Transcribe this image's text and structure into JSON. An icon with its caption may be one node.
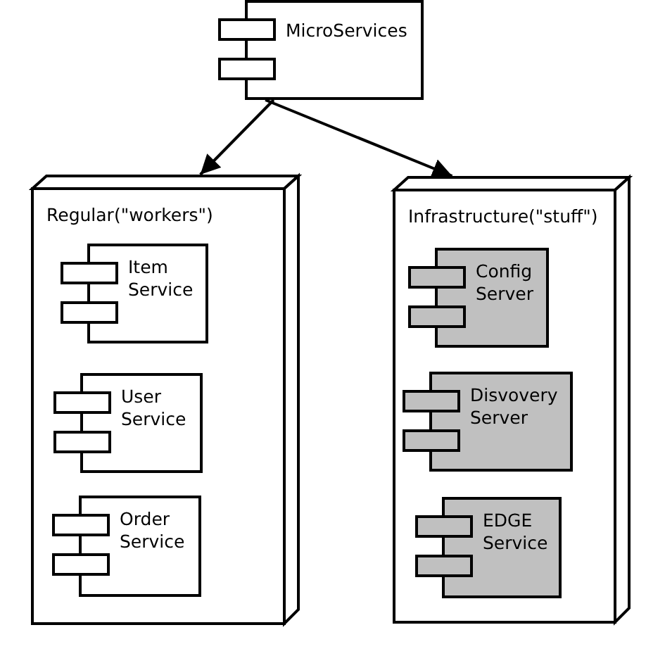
{
  "diagram": {
    "nodes": [
      {
        "text": [
          "MicroServices"
        ]
      },
      {
        "text": [
          "Regular(\"workers\")"
        ]
      },
      {
        "text": [
          "Item Service"
        ],
        "in": 1
      },
      {
        "text": [
          "User Service"
        ],
        "in": 1
      },
      {
        "text": [
          "Order Service"
        ],
        "in": 1
      },
      {
        "text": [
          "Infrastructure(\"stuff\")"
        ]
      },
      {
        "text": [
          "Config Server"
        ],
        "in": 5
      },
      {
        "text": [
          "Disvovery Server"
        ],
        "in": 5
      },
      {
        "text": [
          "EDGE Service"
        ],
        "in": 5
      }
    ],
    "edges": [
      {
        "from": 0,
        "to": 1,
        "arrow": "to"
      },
      {
        "from": 0,
        "to": 5,
        "arrow": "to"
      }
    ]
  }
}
